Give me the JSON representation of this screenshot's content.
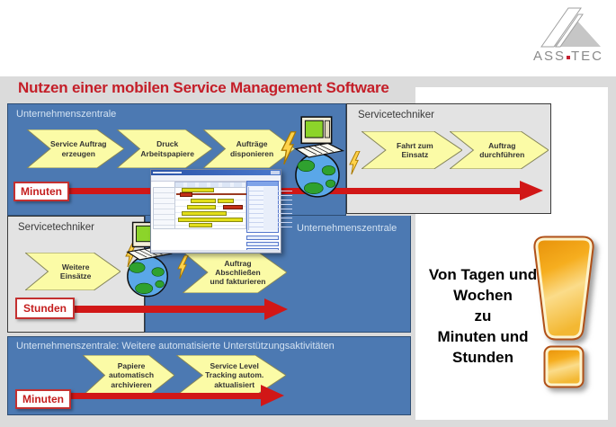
{
  "logo": {
    "name": "ASS.TEC",
    "left": "ASS",
    "right": "TEC"
  },
  "title": "Nutzen einer mobilen Service Management Software",
  "panels": {
    "top_left": {
      "label": "Unternehmenszentrale",
      "arrows": [
        "Service Auftrag\nerzeugen",
        "Druck\nArbeitspapiere",
        "Aufträge\ndisponieren"
      ],
      "time_badge": "Minuten"
    },
    "top_right": {
      "label": "Servicetechniker",
      "arrows": [
        "Fahrt zum\nEinsatz",
        "Auftrag\ndurchführen"
      ]
    },
    "mid_left": {
      "label": "Servicetechniker",
      "arrows": [
        "Weitere\nEinsätze"
      ],
      "time_badge": "Stunden"
    },
    "mid_right": {
      "label": "Unternehmenszentrale",
      "arrows": [
        "Auftrag\nAbschließen\nund fakturieren"
      ]
    },
    "bottom": {
      "label": "Unternehmenszentrale: Weitere automatisierte Unterstützungsaktivitäten",
      "arrows": [
        "Papiere\nautomatisch\narchivieren",
        "Service Level\nTracking autom.\naktualisiert"
      ],
      "time_badge": "Minuten"
    }
  },
  "callout": {
    "text": "Von Tagen und\nWochen\nzu\nMinuten und\nStunden"
  },
  "icons": {
    "computer_globe": "computer-globe-icon",
    "lightning": "lightning-icon",
    "exclamation": "exclamation-icon",
    "logo_mountain": "asstec-logo-icon",
    "screenshot": "dispatch-software-screenshot"
  },
  "colors": {
    "panel_blue": "#4C79B2",
    "panel_gray": "#E3E3E3",
    "background_gray": "#DBDBDB",
    "arrow_yellow": "#FBFBA6",
    "accent_red": "#D11717",
    "title_red": "#C41E28",
    "exclamation_orange": "#F2A21D"
  }
}
